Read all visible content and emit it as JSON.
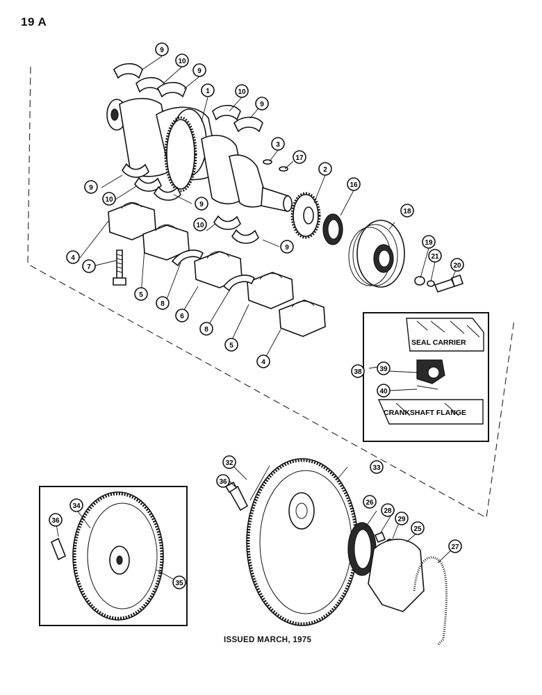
{
  "page_label": "19 A",
  "footer": "ISSUED MARCH, 1975",
  "inset": {
    "callout": "38",
    "top_label": "SEAL CARRIER",
    "bottom_label": "CRANKSHAFT FLANGE",
    "seal_callout": "39",
    "flange_callout": "40"
  },
  "callouts": {
    "c9a": "9",
    "c10a": "10",
    "c9b": "9",
    "c1": "1",
    "c10b": "10",
    "c9c": "9",
    "c3": "3",
    "c17": "17",
    "c2": "2",
    "c16": "16",
    "c18": "18",
    "c9d": "9",
    "c10c": "10",
    "c9e": "9",
    "c10d": "10",
    "c9f": "9",
    "c4a": "4",
    "c7": "7",
    "c5a": "5",
    "c8a": "8",
    "c6": "6",
    "c8b": "8",
    "c5b": "5",
    "c4b": "4",
    "c19": "19",
    "c21": "21",
    "c20": "20",
    "c34": "34",
    "c36a": "36",
    "c35": "35",
    "c32": "32",
    "c33": "33",
    "c36b": "36",
    "c26": "26",
    "c28": "28",
    "c29": "29",
    "c25": "25",
    "c27": "27"
  }
}
